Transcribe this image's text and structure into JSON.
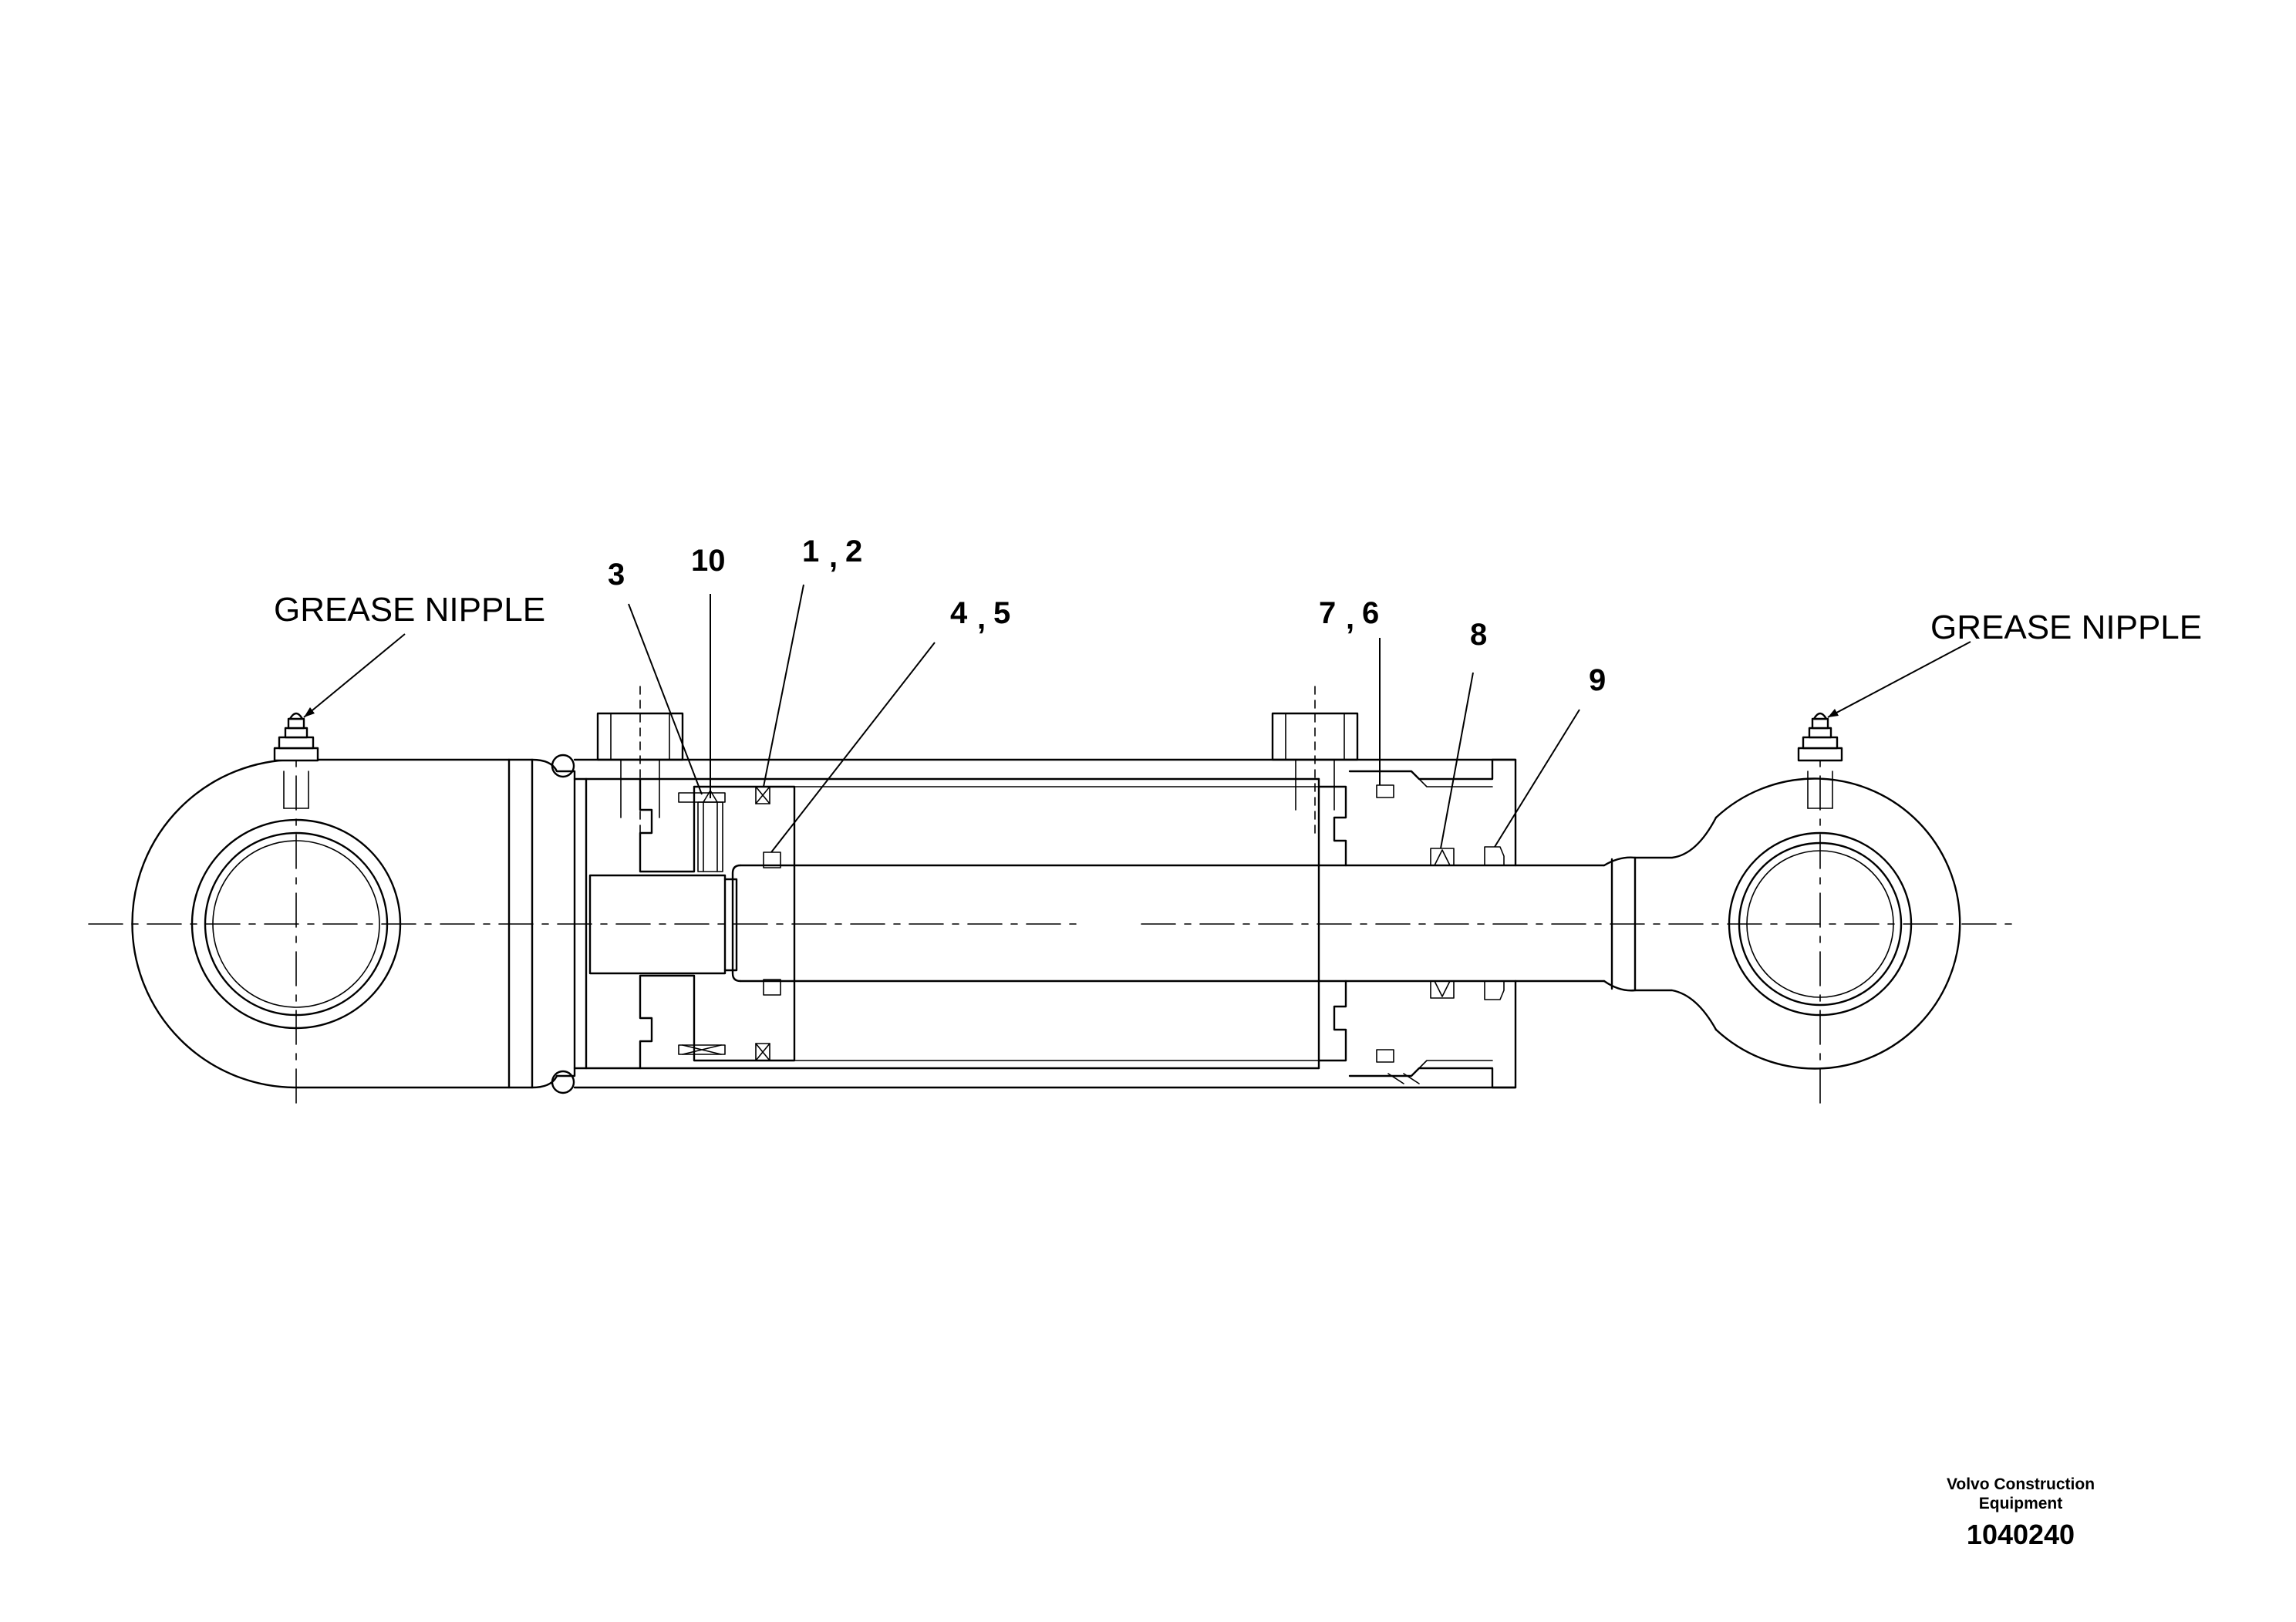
{
  "notes": {
    "grease_left": "GREASE NIPPLE",
    "grease_right": "GREASE NIPPLE"
  },
  "callouts": {
    "c3": "3",
    "c10": "10",
    "c1": "1",
    "c2": "2",
    "c4": "4",
    "c5": "5",
    "c7": "7",
    "c6": "6",
    "c8": "8",
    "c9": "9",
    "sep": ","
  },
  "titleblock": {
    "brand_line1": "Volvo Construction",
    "brand_line2": "Equipment",
    "drawing_number": "1040240"
  }
}
